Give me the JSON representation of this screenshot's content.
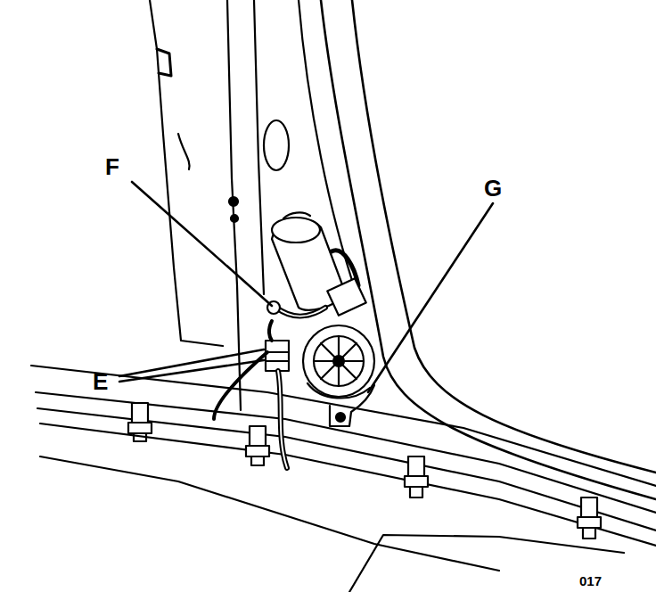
{
  "diagram": {
    "labels": [
      "F",
      "G",
      "E",
      "017"
    ]
  }
}
